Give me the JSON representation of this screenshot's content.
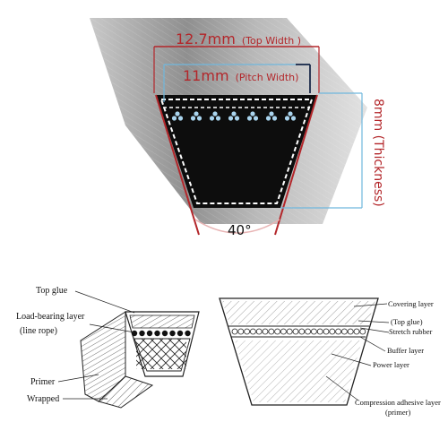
{
  "top_view": {
    "top_width_value": "12.7mm",
    "top_width_desc": "(Top Width )",
    "pitch_width_value": "11mm",
    "pitch_width_desc": "(Pitch Width)",
    "thickness_label": "8mm (Thickness)",
    "angle_label": "40°"
  },
  "left_diagram": {
    "labels": [
      "Top glue",
      "Load-bearing layer",
      "(line rope)",
      "Primer",
      "Wrapped"
    ]
  },
  "right_diagram": {
    "labels": [
      "Covering layer",
      "(Top glue)",
      "Stretch rubber",
      "Buffer layer",
      "Power layer",
      "Compression adhesive layer",
      "(primer)"
    ]
  },
  "colors": {
    "dimension_red": "#b3262a",
    "dimension_blue": "#6fb7dd",
    "belt_black": "#0d0d0d",
    "cord_blue": "#a9d4ee",
    "pitch_line": "#1b2a4a"
  }
}
